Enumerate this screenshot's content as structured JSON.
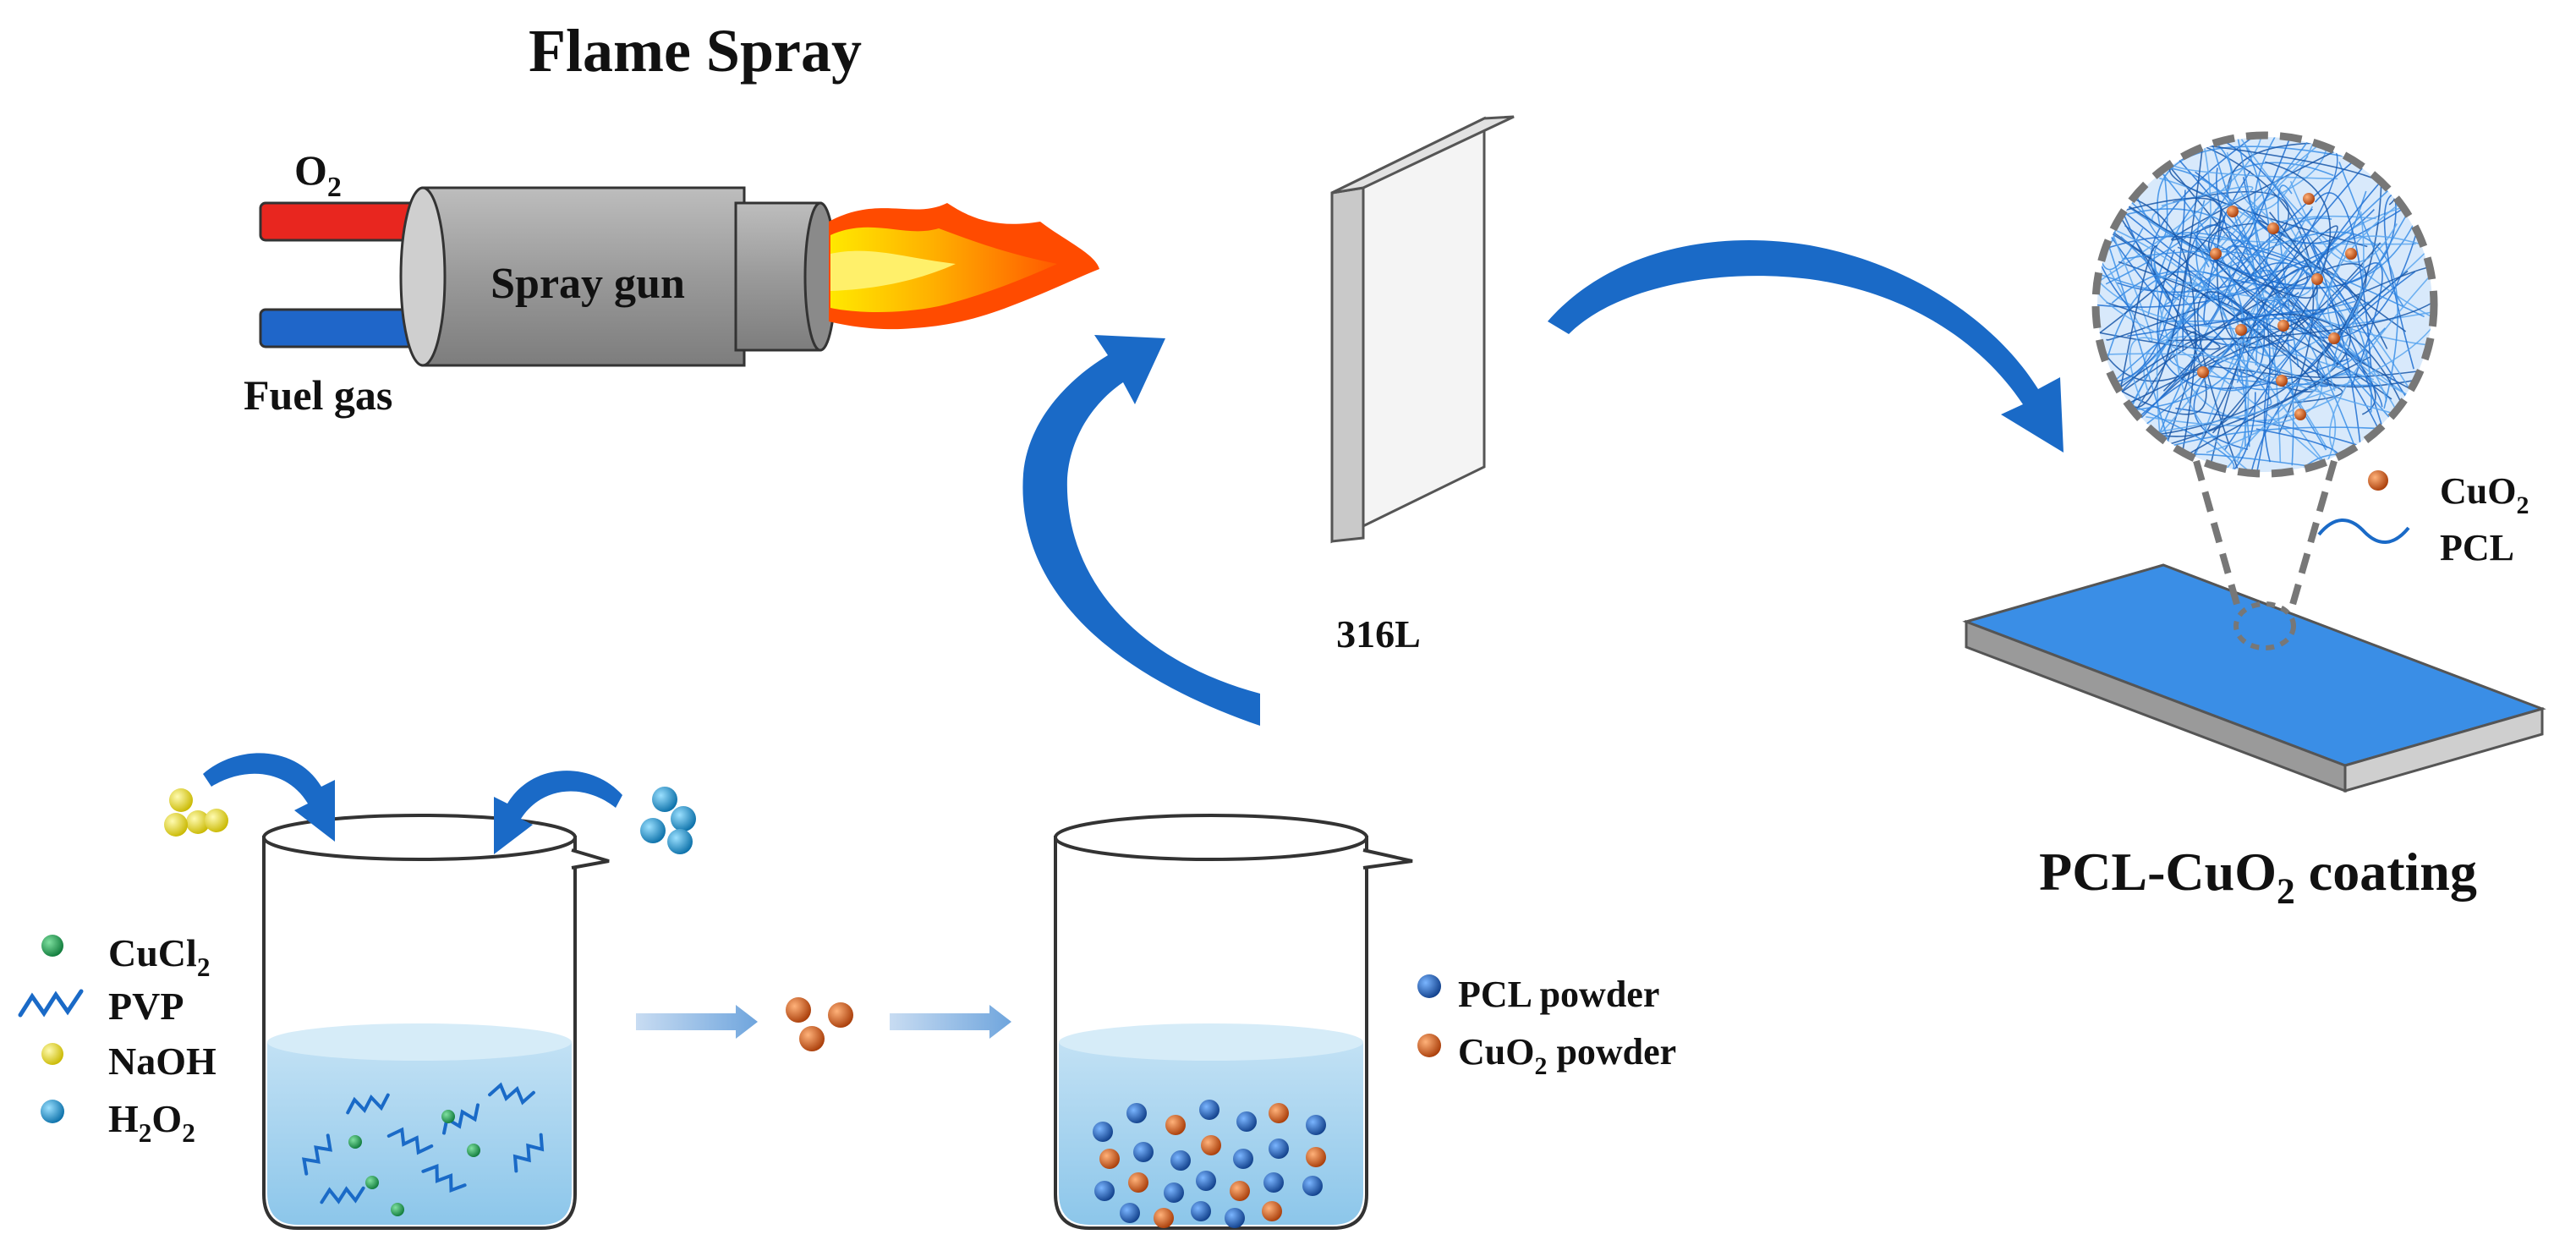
{
  "title": "Flame Spray",
  "spray_gun": {
    "label": "Spray gun",
    "o2_label": "O",
    "o2_sub": "2",
    "fuel_label": "Fuel gas"
  },
  "substrate_label": "316L",
  "coating": {
    "title_prefix": "PCL-CuO",
    "title_sub": "2",
    "title_suffix": " coating",
    "legend": {
      "cuo2_prefix": "CuO",
      "cuo2_sub": "2",
      "pcl": "PCL"
    }
  },
  "beaker1_legend": {
    "cucl2_prefix": "CuCl",
    "cucl2_sub": "2",
    "pvp": "PVP",
    "naoh": "NaOH",
    "h2o2_a": "H",
    "h2o2_sub1": "2",
    "h2o2_b": "O",
    "h2o2_sub2": "2"
  },
  "beaker2_legend": {
    "pcl_powder": "PCL powder",
    "cuo2_prefix": "CuO",
    "cuo2_sub": "2",
    "cuo2_suffix": " powder"
  },
  "colors": {
    "o2_pipe": "#e8261f",
    "fuel_pipe": "#1f66c9",
    "gun_body": "#9c9c9c",
    "arrow_blue": "#1a6ac7",
    "coating_blue": "#3a8ee6",
    "cucl2": "#1e9e52",
    "naoh": "#e8e01c",
    "h2o2": "#1f9ad6",
    "pcl_particle": "#1f63b8",
    "cuo2_particle": "#d35a18",
    "liquid": "#a9d4ee"
  }
}
